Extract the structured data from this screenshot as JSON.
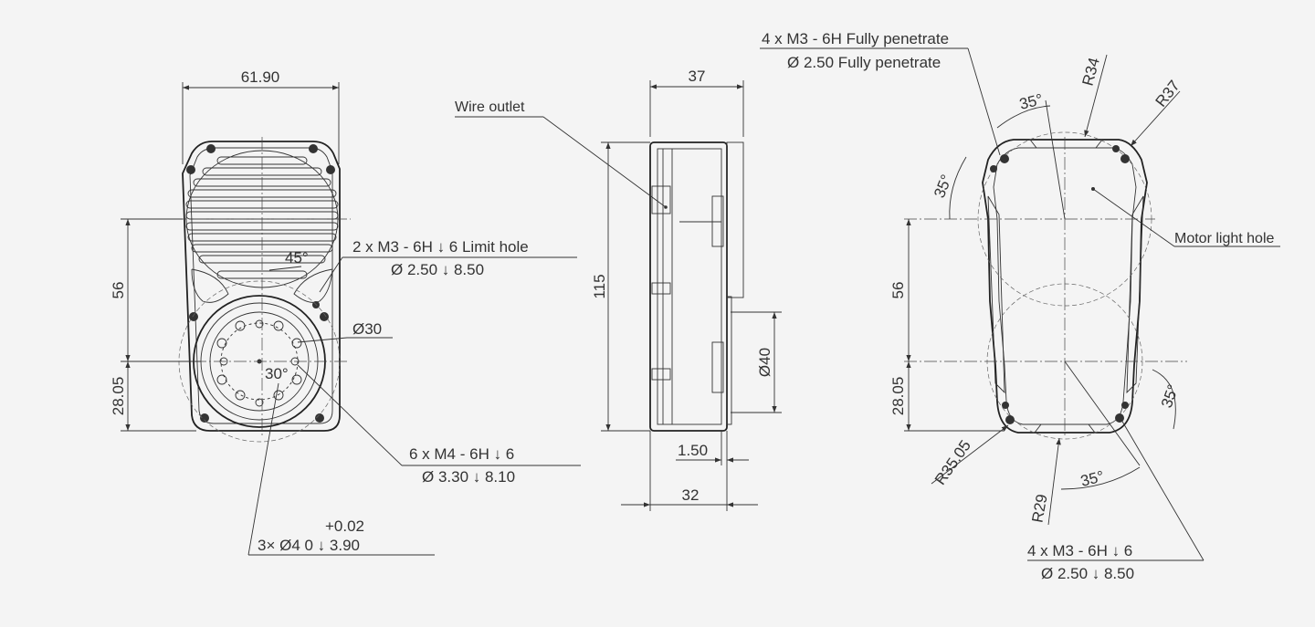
{
  "front_view": {
    "width_dim": "61.90",
    "height_dim_upper": "56",
    "height_dim_lower": "28.05",
    "limit_hole_line1": "2 x  M3 - 6H  ↓ 6 Limit hole",
    "limit_hole_line2": "Ø 2.50 ↓ 8.50",
    "circle_dim": "Ø30",
    "m4_line1": "6 x  M4 - 6H  ↓ 6",
    "m4_line2": "Ø 3.30 ↓ 8.10",
    "pin_line1": "+0.02",
    "pin_line2": "3× Ø4   0    ↓ 3.90",
    "angle_45": "45°",
    "angle_30": "30°"
  },
  "side_view": {
    "wire_outlet": "Wire outlet",
    "depth_dim": "37",
    "height_dim": "115",
    "circle_dim": "Ø40",
    "offset_dim": "1.50",
    "body_dim": "32"
  },
  "back_view": {
    "m3_line1": "4 x   M3 - 6H Fully penetrate",
    "m3_line2": "Ø  2.50 Fully penetrate",
    "r34": "R34",
    "r37": "R37",
    "angle_top": "35°",
    "angle_left": "35°",
    "angle_right": "35°",
    "angle_bottom": "35°",
    "motor_light_hole": "Motor light hole",
    "height_dim_upper": "56",
    "height_dim_lower": "28.05",
    "r35": "R35.05",
    "r29": "R29",
    "bottom_line1": "4 x   M3 - 6H  ↓ 6",
    "bottom_line2": "Ø  2.50  ↓ 8.50"
  }
}
